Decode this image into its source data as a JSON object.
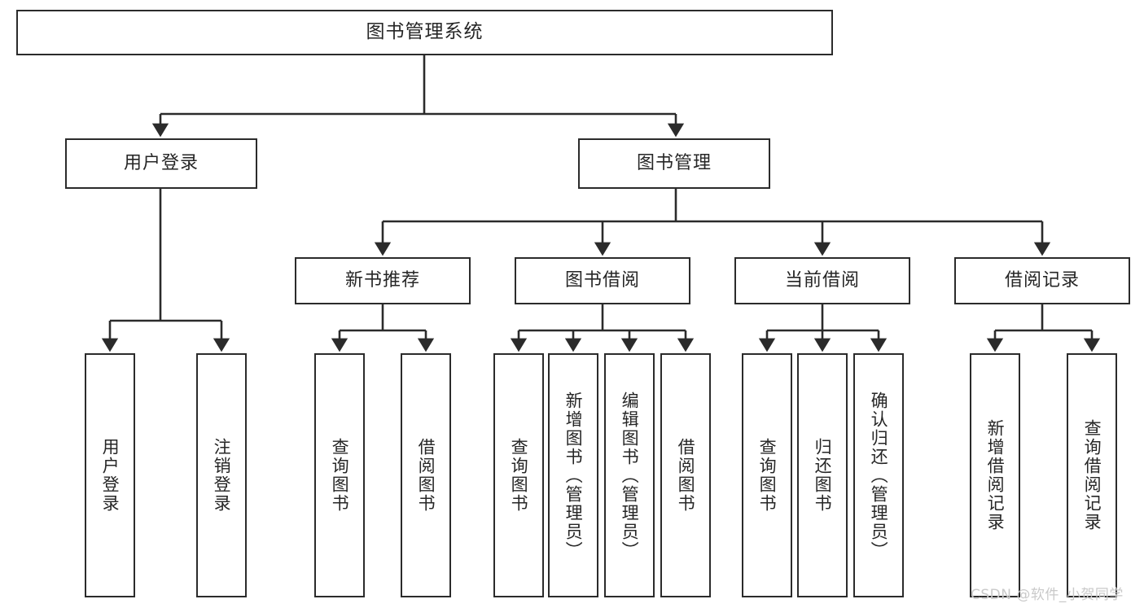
{
  "diagram": {
    "type": "hierarchy-tree",
    "title_node": {
      "label": "图书管理系统"
    },
    "level2": [
      {
        "id": "user-login",
        "label": "用户登录"
      },
      {
        "id": "book-management",
        "label": "图书管理"
      }
    ],
    "level3": [
      {
        "id": "new-book-recommend",
        "label": "新书推荐"
      },
      {
        "id": "book-borrow",
        "label": "图书借阅"
      },
      {
        "id": "current-borrow",
        "label": "当前借阅"
      },
      {
        "id": "borrow-record",
        "label": "借阅记录"
      }
    ],
    "leaves": [
      {
        "id": "leaf-user-login",
        "label": "用户登录",
        "parent": "user-login"
      },
      {
        "id": "leaf-logout-login",
        "label": "注销登录",
        "parent": "user-login"
      },
      {
        "id": "leaf-query-book-1",
        "label": "查询图书",
        "parent": "new-book-recommend"
      },
      {
        "id": "leaf-borrow-book-1",
        "label": "借阅图书",
        "parent": "new-book-recommend"
      },
      {
        "id": "leaf-query-book-2",
        "label": "查询图书",
        "parent": "book-borrow"
      },
      {
        "id": "leaf-add-book",
        "label": "新增图书（管理员）",
        "parent": "book-borrow"
      },
      {
        "id": "leaf-edit-book",
        "label": "编辑图书（管理员）",
        "parent": "book-borrow"
      },
      {
        "id": "leaf-borrow-book-2",
        "label": "借阅图书",
        "parent": "book-borrow"
      },
      {
        "id": "leaf-query-book-3",
        "label": "查询图书",
        "parent": "current-borrow"
      },
      {
        "id": "leaf-return-book",
        "label": "归还图书",
        "parent": "current-borrow"
      },
      {
        "id": "leaf-confirm-return",
        "label": "确认归还（管理员）",
        "parent": "current-borrow"
      },
      {
        "id": "leaf-add-record",
        "label": "新增借阅记录",
        "parent": "borrow-record"
      },
      {
        "id": "leaf-query-record",
        "label": "查询借阅记录",
        "parent": "borrow-record"
      }
    ],
    "colors": {
      "stroke": "#2b2b2b",
      "fill": "#ffffff",
      "text": "#262626",
      "watermark": "#c9c9c9"
    }
  },
  "watermark": {
    "text": "CSDN @软件_小贺同学"
  }
}
